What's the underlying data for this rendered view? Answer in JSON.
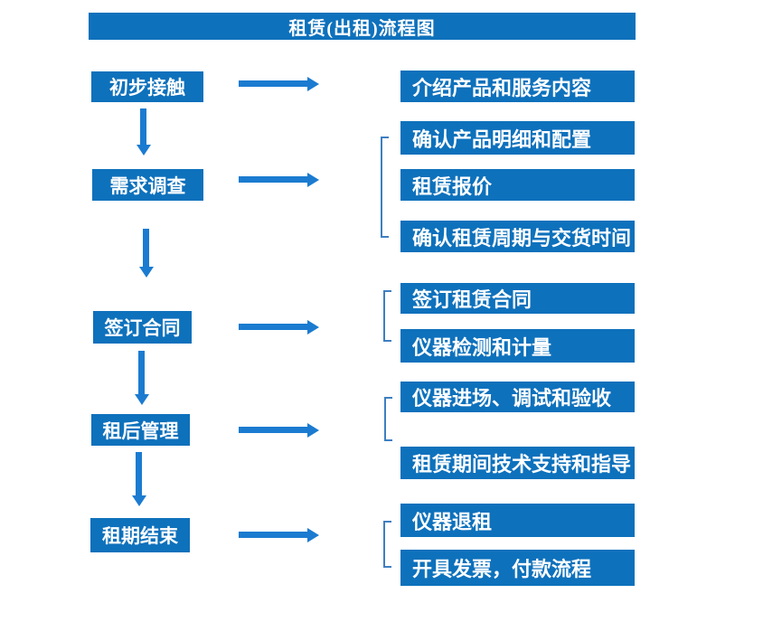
{
  "title": "租赁(出租)流程图",
  "colors": {
    "box_fill": "#0e71bc",
    "arrow": "#1b7bd0",
    "bracket": "#3e7fc1",
    "text": "#ffffff",
    "background": "#ffffff"
  },
  "stages": [
    {
      "label": "初步接触",
      "targets": [
        "介绍产品和服务内容"
      ]
    },
    {
      "label": "需求调查",
      "targets": [
        "确认产品明细和配置",
        "租赁报价",
        "确认租赁周期与交货时间"
      ]
    },
    {
      "label": "签订合同",
      "targets": [
        "签订租赁合同",
        "仪器检测和计量"
      ]
    },
    {
      "label": "租后管理",
      "targets": [
        "仪器进场、调试和验收",
        "租赁期间技术支持和指导"
      ]
    },
    {
      "label": "租期结束",
      "targets": [
        "仪器退租",
        "开具发票，付款流程"
      ]
    }
  ]
}
